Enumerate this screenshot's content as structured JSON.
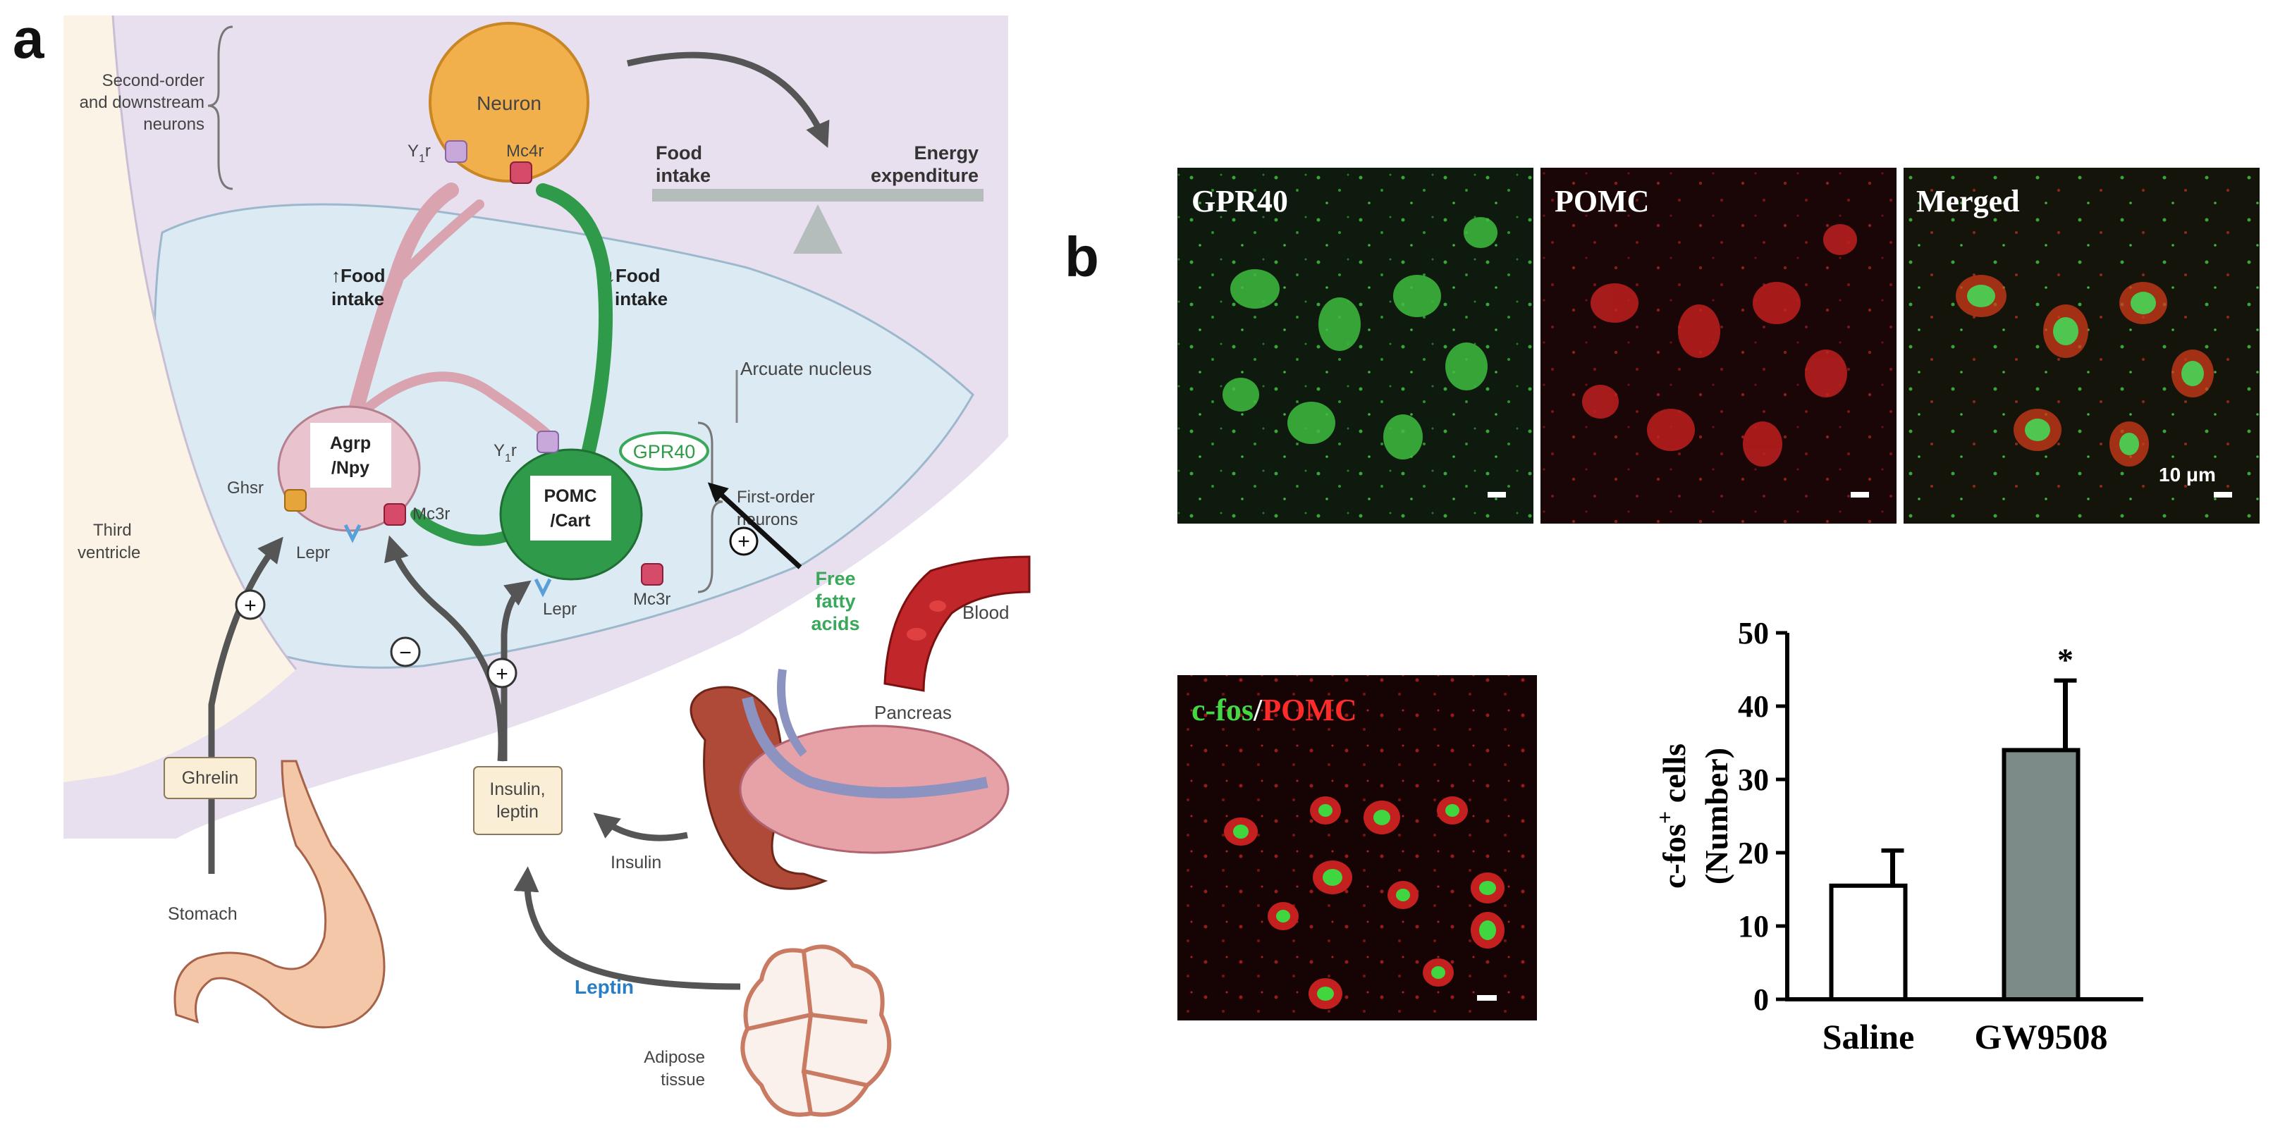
{
  "panel_a": {
    "letter": "a",
    "second_order_label": [
      "Second-order",
      "and downstream",
      "neurons"
    ],
    "neuron": "Neuron",
    "receptors": {
      "y1r_top": "Y",
      "y1r_sub": "1",
      "y1r_suffix": "r",
      "mc4r": "Mc4r",
      "y1r_pomc": "Y",
      "ghsr": "Ghsr",
      "mc3r_agrp": "Mc3r",
      "mc3r_pomc": "Mc3r",
      "lepr_agrp": "Lepr",
      "lepr_pomc": "Lepr"
    },
    "balance": {
      "left": [
        "Food",
        "intake"
      ],
      "right": [
        "Energy",
        "expenditure"
      ]
    },
    "food_intake_up": [
      "Food",
      "intake"
    ],
    "food_intake_down": [
      "Food",
      "intake"
    ],
    "arcuate_nucleus": "Arcuate nucleus",
    "agrp_box": [
      "Agrp",
      "/Npy"
    ],
    "pomc_box": [
      "POMC",
      "/Cart"
    ],
    "gpr40": "GPR40",
    "first_order": [
      "First-order",
      "neurons"
    ],
    "third_ventricle": [
      "Third",
      "ventricle"
    ],
    "free_fatty_acids": [
      "Free",
      "fatty",
      "acids"
    ],
    "blood": "Blood",
    "pancreas": "Pancreas",
    "ghrelin": "Ghrelin",
    "insulin_leptin": [
      "Insulin,",
      "leptin"
    ],
    "insulin": "Insulin",
    "stomach": "Stomach",
    "leptin": "Leptin",
    "adipose": [
      "Adipose",
      "tissue"
    ],
    "signs": {
      "plus": "+",
      "minus": "−"
    }
  },
  "panel_b": {
    "letter": "b",
    "micrographs": [
      "GPR40",
      "POMC",
      "Merged"
    ],
    "scale_bar": "10 μm",
    "cfos_label_green": "c-fos",
    "cfos_label_slash": "/",
    "cfos_label_red": "POMC"
  },
  "colors": {
    "green": "#2e9a4a",
    "pink": "#d9a3b0",
    "lavender": "#e7dcec",
    "light_blue": "#dcebf4",
    "blood_red": "#c0262a",
    "leptin_blue": "#2a7ec6",
    "gpr40_green": "#3aa85a",
    "bar_grey": "#7c8a88"
  },
  "chart_data": {
    "type": "bar",
    "categories": [
      "Saline",
      "GW9508"
    ],
    "values": [
      15.5,
      34
    ],
    "errors": [
      4.8,
      9.5
    ],
    "significance": [
      "",
      "*"
    ],
    "title": "",
    "xlabel": "",
    "ylabel_main": "c-fos",
    "ylabel_sup": "+",
    "ylabel_rest": " cells",
    "ylabel_line2": "(Number)",
    "ylim": [
      0,
      50
    ],
    "yticks": [
      0,
      10,
      20,
      30,
      40,
      50
    ],
    "bar_fills": [
      "#ffffff",
      "#7c8a88"
    ],
    "grid": false
  }
}
